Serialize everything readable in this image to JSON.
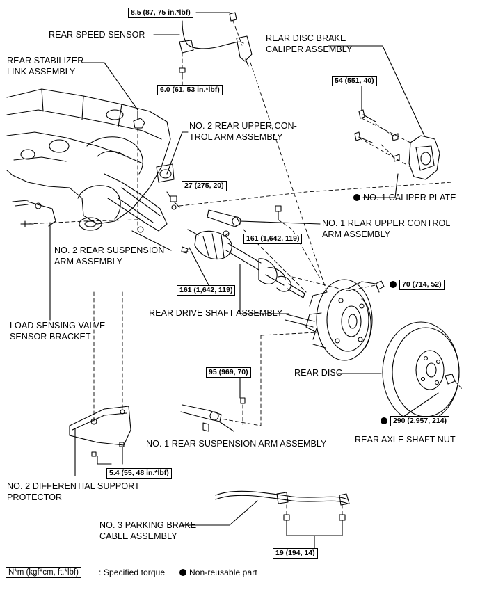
{
  "labels": {
    "rear_speed_sensor": "REAR SPEED SENSOR",
    "rear_stabilizer_link_1": "REAR STABILIZER",
    "rear_stabilizer_link_2": "LINK ASSEMBLY",
    "rear_disc_brake_caliper_1": "REAR DISC BRAKE",
    "rear_disc_brake_caliper_2": "CALIPER ASSEMBLY",
    "no2_upper_control_arm_1": "NO. 2 REAR UPPER CON-",
    "no2_upper_control_arm_2": "TROL ARM ASSEMBLY",
    "no1_caliper_plate": "NO. 1 CALIPER PLATE",
    "no1_upper_control_arm_1": "NO. 1 REAR UPPER CONTROL",
    "no1_upper_control_arm_2": "ARM ASSEMBLY",
    "no2_suspension_arm_1": "NO. 2 REAR SUSPENSION",
    "no2_suspension_arm_2": "ARM ASSEMBLY",
    "rear_drive_shaft": "REAR DRIVE SHAFT ASSEMBLY",
    "load_sensing_valve_1": "LOAD SENSING VALVE",
    "load_sensing_valve_2": "SENSOR BRACKET",
    "rear_disc": "REAR DISC",
    "no1_suspension_arm": "NO. 1 REAR SUSPENSION ARM ASSEMBLY",
    "rear_axle_shaft_nut": "REAR AXLE SHAFT NUT",
    "no2_diff_protector_1": "NO. 2 DIFFERENTIAL SUPPORT",
    "no2_diff_protector_2": "PROTECTOR",
    "no3_parking_cable_1": "NO. 3 PARKING BRAKE",
    "no3_parking_cable_2": "CABLE ASSEMBLY"
  },
  "torques": {
    "speed_sensor_top": "8.5 (87, 75 in.*lbf)",
    "speed_sensor_bottom": "6.0 (61, 53 in.*lbf)",
    "caliper": "54 (551, 40)",
    "upper_arm_no2": "27 (275, 20)",
    "upper_arm_no1": "161 (1,642, 119)",
    "suspension_no2": "161 (1,642, 119)",
    "hub": "70 (714, 52)",
    "suspension_no1": "95 (969, 70)",
    "axle_nut": "290 (2,957, 214)",
    "protector": "5.4 (55, 48 in.*lbf)",
    "parking_cable": "19 (194, 14)"
  },
  "legend": {
    "torque_unit": "N*m (kgf*cm, ft.*lbf)",
    "torque_desc": ": Specified torque",
    "nonreusable_desc": "Non-reusable part"
  }
}
